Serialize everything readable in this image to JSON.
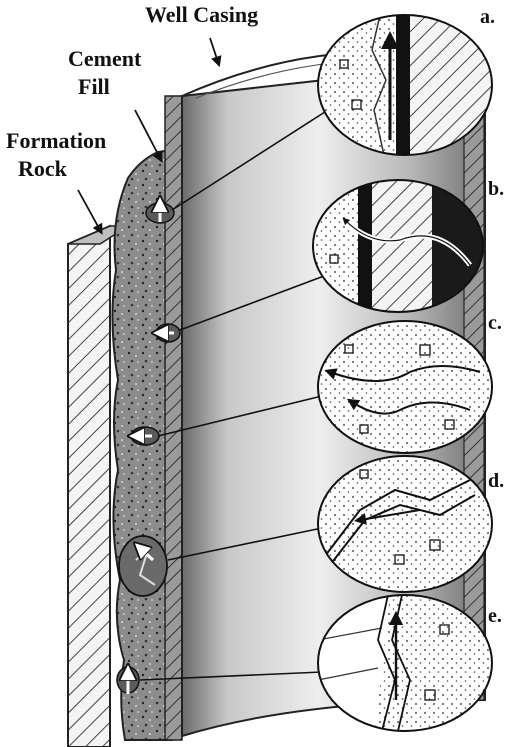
{
  "labels": {
    "well_casing": "Well Casing",
    "cement_fill_line1": "Cement",
    "cement_fill_line2": "Fill",
    "formation_rock_line1": "Formation",
    "formation_rock_line2": "Rock"
  },
  "insets": [
    {
      "letter": "a."
    },
    {
      "letter": "b."
    },
    {
      "letter": "c."
    },
    {
      "letter": "d."
    },
    {
      "letter": "e."
    }
  ]
}
